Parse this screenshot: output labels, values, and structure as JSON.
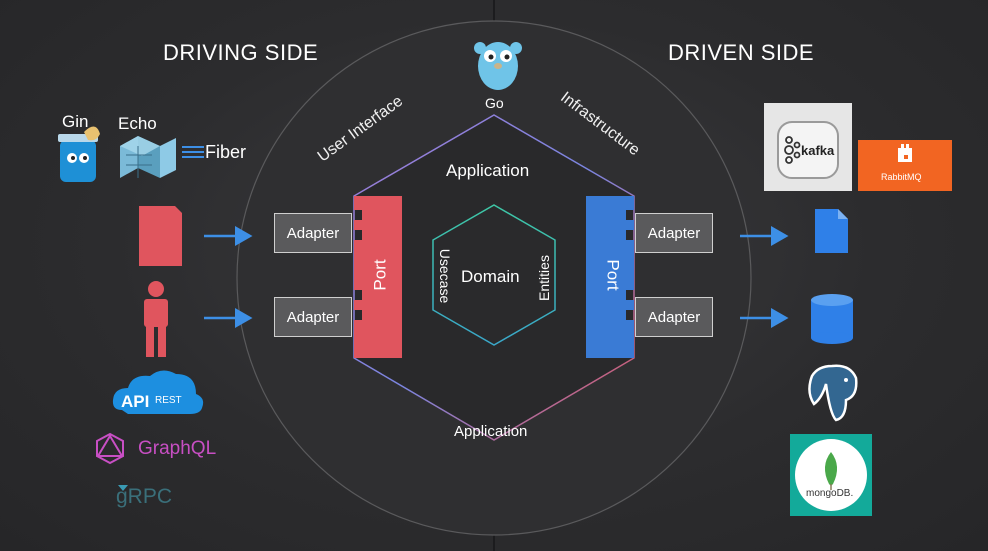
{
  "headers": {
    "left": "DRIVING SIDE",
    "right": "DRIVEN SIDE"
  },
  "ring": {
    "top_left": "User Interface",
    "top_right": "Infrastructure",
    "center_top": "Go"
  },
  "application": {
    "title": "Application",
    "bottom": "Application"
  },
  "domain": {
    "center": "Domain",
    "left": "Usecase",
    "right": "Entities"
  },
  "ports": {
    "left": "Port",
    "right": "Port"
  },
  "adapters": {
    "left_top": "Adapter",
    "left_bottom": "Adapter",
    "right_top": "Adapter",
    "right_bottom": "Adapter"
  },
  "driving_tech": {
    "gin": "Gin",
    "echo": "Echo",
    "fiber": "Fiber",
    "api": "API",
    "rest": "REST",
    "graphql": "GraphQL",
    "grpc": "gRPC"
  },
  "driven_tech": {
    "kafka": "kafka",
    "rabbitmq": "RabbitMQ",
    "mongodb": "mongoDB."
  },
  "colors": {
    "port_left": "#e0555e",
    "port_right": "#3a7bd5",
    "arrow": "#3d8fe6",
    "hex_outer_left_bottom": "#e0555e",
    "hex_outer_right": "#8a7bd0",
    "hex_inner": "#3ec7a6"
  },
  "icons": [
    "gopher-icon",
    "gin-icon",
    "echo-icon",
    "fiber-icon",
    "document-icon",
    "person-icon",
    "api-cloud-icon",
    "graphql-icon",
    "grpc-icon",
    "kafka-icon",
    "rabbitmq-icon",
    "file-icon",
    "database-icon",
    "postgres-icon",
    "mongodb-icon"
  ]
}
